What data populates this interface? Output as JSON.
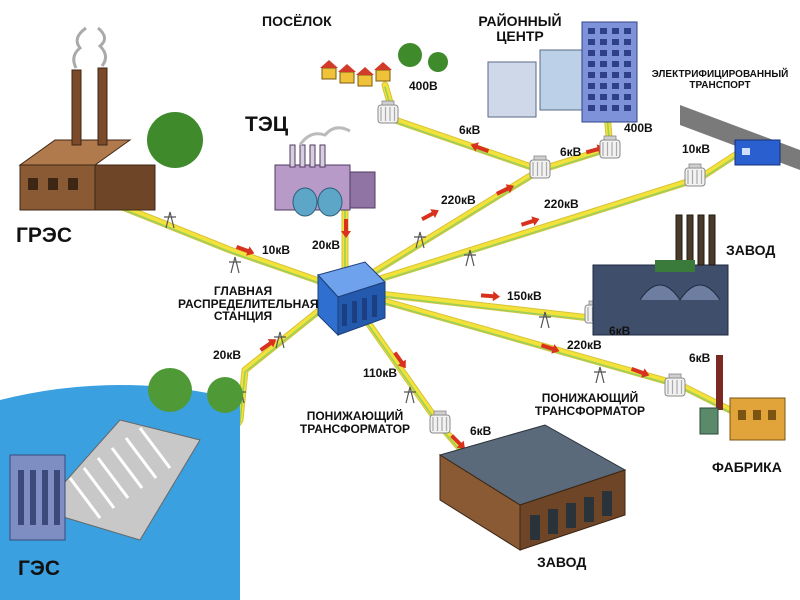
{
  "labels": {
    "gres": "ГРЭС",
    "tec": "ТЭЦ",
    "ges": "ГЭС",
    "village": "ПОСЁЛОК",
    "district_center_1": "РАЙОННЫЙ",
    "district_center_2": "ЦЕНТР",
    "electric_transport_1": "ЭЛЕКТРИФИЦИРОВАННЫЙ",
    "electric_transport_2": "ТРАНСПОРТ",
    "plant_right": "ЗАВОД",
    "plant_bottom": "ЗАВОД",
    "factory": "ФАБРИКА",
    "main_station_1": "ГЛАВНАЯ",
    "main_station_2": "РАСПРЕДЕЛИТЕЛЬНАЯ",
    "main_station_3": "СТАНЦИЯ",
    "stepdown_left_1": "ПОНИЖАЮЩИЙ",
    "stepdown_left_2": "ТРАНСФОРМАТОР",
    "stepdown_right_1": "ПОНИЖАЮЩИЙ",
    "stepdown_right_2": "ТРАНСФОРМАТОР"
  },
  "voltages": {
    "gres_line": "10кВ",
    "tec_line": "20кВ",
    "ges_line": "20кВ",
    "district_line": "220кВ",
    "transport_trunk": "220кВ",
    "village_branch": "6кВ",
    "district_branch": "6кВ",
    "village_local": "400В",
    "district_local": "400В",
    "transport_local": "10кВ",
    "plant_right_line": "150кВ",
    "plant_right_local": "6кВ",
    "factory_line": "220кВ",
    "factory_local": "6кВ",
    "bottom_line": "110кВ",
    "bottom_local": "6кВ"
  },
  "colors": {
    "power_line_yellow": "#f2e23a",
    "power_line_green": "#9bd05a",
    "arrow_red": "#d8321e",
    "station_blue": "#2f6fd0",
    "water_blue": "#3aa0e0",
    "brick_brown": "#8a5a34",
    "plant_dark": "#3f4e6a"
  }
}
